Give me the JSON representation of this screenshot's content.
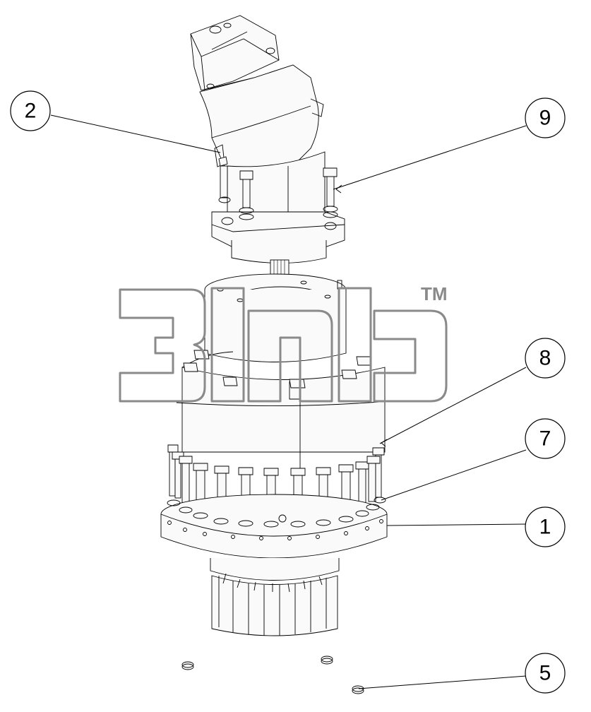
{
  "callouts": [
    {
      "id": "2",
      "label": "2"
    },
    {
      "id": "9",
      "label": "9"
    },
    {
      "id": "8",
      "label": "8"
    },
    {
      "id": "7",
      "label": "7"
    },
    {
      "id": "1",
      "label": "1"
    },
    {
      "id": "5",
      "label": "5"
    }
  ],
  "watermark": {
    "trademark": "TM",
    "logo_text": "3dhb"
  },
  "colors": {
    "line": "#000000",
    "watermark": "#8a8a8a",
    "background": "#ffffff"
  }
}
